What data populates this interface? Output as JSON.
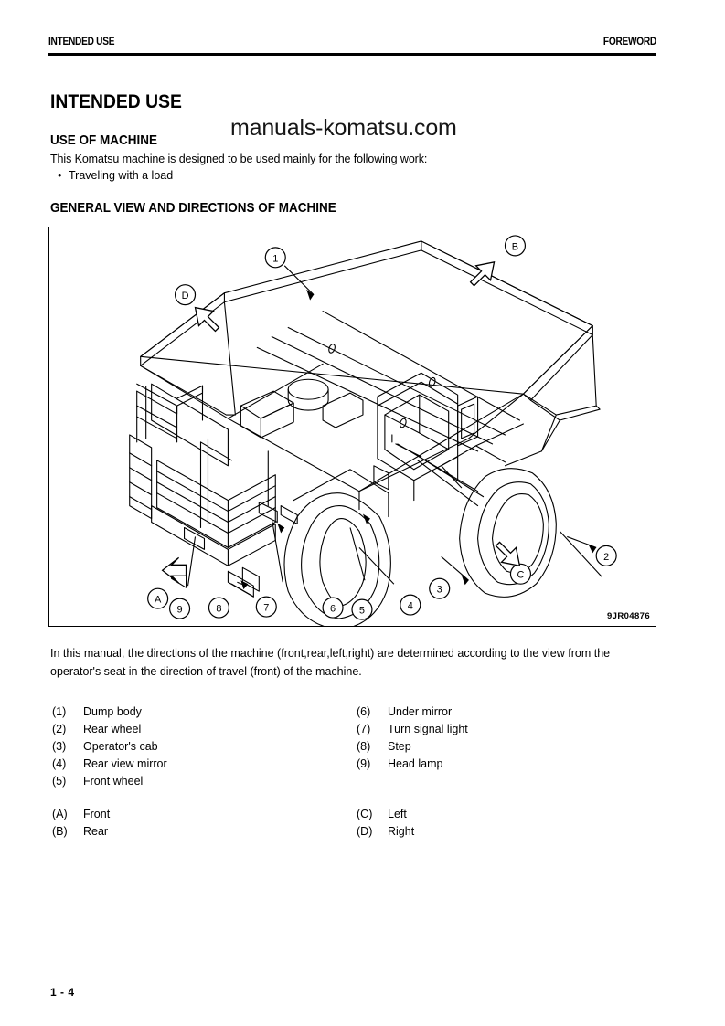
{
  "header": {
    "left": "INTENDED USE",
    "right": "FOREWORD"
  },
  "titles": {
    "main": "INTENDED USE",
    "use_of_machine": "USE OF MACHINE",
    "general_view": "GENERAL VIEW AND DIRECTIONS OF MACHINE"
  },
  "watermark": "manuals-komatsu.com",
  "intro": {
    "line1": "This Komatsu machine is designed to be used mainly for the following work:",
    "bullet_marker": "•",
    "bullet1": "Traveling with a load"
  },
  "figure": {
    "code": "9JR04876",
    "callouts": [
      {
        "id": "1",
        "label": "1"
      },
      {
        "id": "2",
        "label": "2"
      },
      {
        "id": "3",
        "label": "3"
      },
      {
        "id": "4",
        "label": "4"
      },
      {
        "id": "5",
        "label": "5"
      },
      {
        "id": "6",
        "label": "6"
      },
      {
        "id": "7",
        "label": "7"
      },
      {
        "id": "8",
        "label": "8"
      },
      {
        "id": "9",
        "label": "9"
      }
    ],
    "direction_markers": [
      {
        "id": "A",
        "label": "A"
      },
      {
        "id": "B",
        "label": "B"
      },
      {
        "id": "C",
        "label": "C"
      },
      {
        "id": "D",
        "label": "D"
      }
    ]
  },
  "paragraph": {
    "line1": "In this manual, the directions of the machine (front,rear,left,right) are determined according to the view from the",
    "line2": "operator's seat in the direction of travel (front) of the machine."
  },
  "legend": {
    "parts_left": [
      {
        "num": "(1)",
        "label": "Dump body"
      },
      {
        "num": "(2)",
        "label": "Rear wheel"
      },
      {
        "num": "(3)",
        "label": "Operator's cab"
      },
      {
        "num": "(4)",
        "label": "Rear view mirror"
      },
      {
        "num": "(5)",
        "label": "Front wheel"
      }
    ],
    "parts_right": [
      {
        "num": "(6)",
        "label": "Under mirror"
      },
      {
        "num": "(7)",
        "label": "Turn signal light"
      },
      {
        "num": "(8)",
        "label": "Step"
      },
      {
        "num": "(9)",
        "label": "Head lamp"
      }
    ],
    "directions_left": [
      {
        "num": "(A)",
        "label": "Front"
      },
      {
        "num": "(B)",
        "label": "Rear"
      }
    ],
    "directions_right": [
      {
        "num": "(C)",
        "label": "Left"
      },
      {
        "num": "(D)",
        "label": "Right"
      }
    ]
  },
  "footer": {
    "page": "1 - 4"
  },
  "colors": {
    "ink": "#000000",
    "paper": "#ffffff",
    "watermark": "#161616"
  }
}
